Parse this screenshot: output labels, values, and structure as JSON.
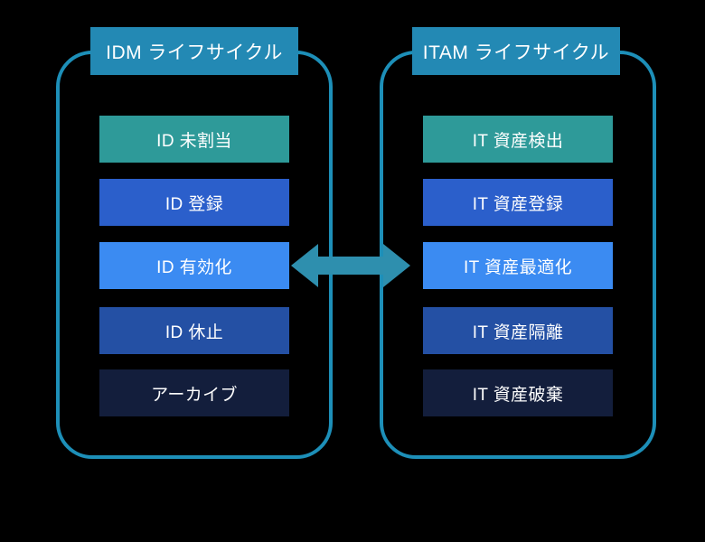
{
  "diagram": {
    "title_left": "IDM ライフサイクル",
    "title_right": "ITAM ライフサイクル",
    "background_color": "#000000",
    "frame_border_color": "#1D8FB8",
    "header_color": "#2389B4",
    "arrow_color": "#2E8FAE",
    "text_color": "#FFFFFF"
  },
  "columns": [
    {
      "id": "idm",
      "header": "IDM ライフサイクル",
      "stages": [
        {
          "label": "ID 未割当",
          "color": "#2E9A99"
        },
        {
          "label": "ID 登録",
          "color": "#2B5FCB"
        },
        {
          "label": "ID 有効化",
          "color": "#3B8BF2"
        },
        {
          "label": "ID 休止",
          "color": "#2450A4"
        },
        {
          "label": "アーカイブ",
          "color": "#131E3C"
        }
      ]
    },
    {
      "id": "itam",
      "header": "ITAM ライフサイクル",
      "stages": [
        {
          "label": "IT 資産検出",
          "color": "#2E9A99"
        },
        {
          "label": "IT 資産登録",
          "color": "#2B5FCB"
        },
        {
          "label": "IT 資産最適化",
          "color": "#3B8BF2"
        },
        {
          "label": "IT 資産隔離",
          "color": "#2450A4"
        },
        {
          "label": "IT 資産破棄",
          "color": "#131E3C"
        }
      ]
    }
  ],
  "connector": {
    "name": "bidirectional-arrow",
    "from": "ID 有効化",
    "to": "IT 資産最適化",
    "direction": "both"
  }
}
